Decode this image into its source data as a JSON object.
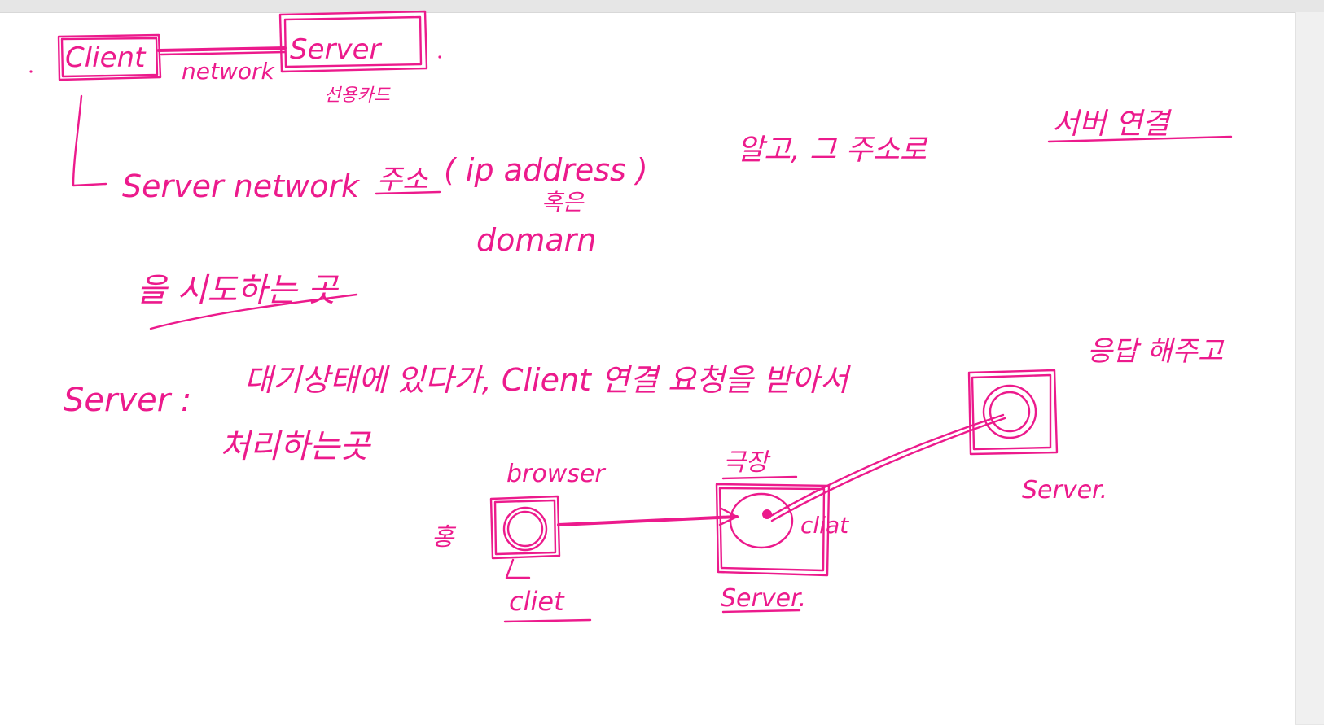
{
  "ink_color": "#ec1a8c",
  "background_color": "#ffffff",
  "notes": {
    "client_box": "Client",
    "network_label": "network",
    "server_box": "Server",
    "server_sub": "선용카드",
    "line1_part1": "Server network",
    "line1_addr": "주소",
    "line1_ip": "( ip  address  )",
    "line1_part2": "알고,  그  주소로",
    "line1_connect": "서버 연결",
    "or_label": "혹은",
    "domain_label": "domarn",
    "line2": "을 시도하는 곳",
    "server_line_label": "Server :",
    "server_line_text": "대기상태에 있다가,  Client  연결 요청을 받아서",
    "server_line_right": "응답 해주고",
    "server_line_end": "처리하는곳",
    "browser_label": "browser",
    "home_label": "홍",
    "client_label": "cliet",
    "middle_top_label": "극장",
    "middle_inner_label": "cliat",
    "middle_bottom_label": "Server.",
    "right_label": "Server."
  }
}
